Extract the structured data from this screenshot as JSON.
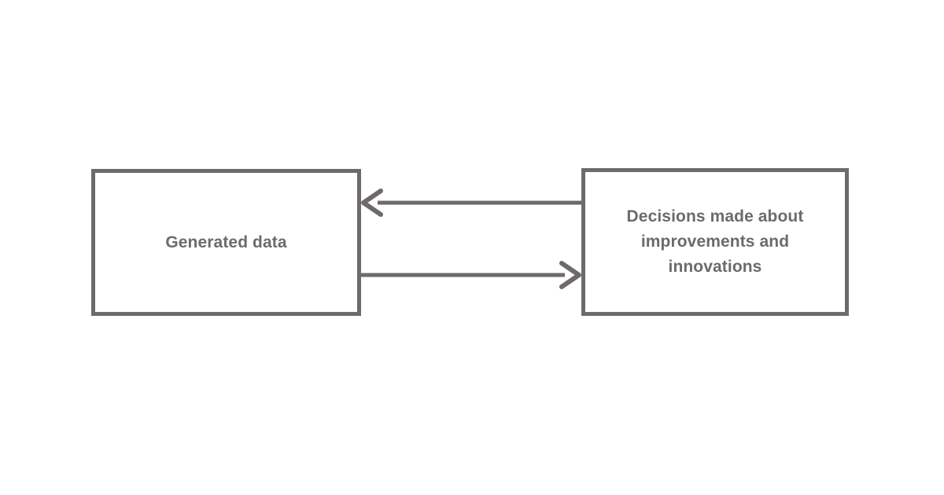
{
  "diagram": {
    "title_visible": false,
    "background_color": "#ffffff",
    "stroke_color": "#6e6a6a",
    "text_color": "#6e6a6a",
    "nodes": [
      {
        "id": "generated-data",
        "label": "Generated data",
        "shape": "rectangle",
        "fill": "#ffffff",
        "border_color": "#6e6a6a"
      },
      {
        "id": "decisions",
        "label": "Decisions made about\nimprovements and\ninnovations",
        "shape": "rectangle",
        "fill": "#ffffff",
        "border_color": "#6e6a6a"
      }
    ],
    "edges": [
      {
        "id": "decisions-to-generated-data",
        "from": "decisions",
        "to": "generated-data",
        "direction": "left",
        "label": "",
        "arrowhead": "open-chevron",
        "color": "#6e6a6a"
      },
      {
        "id": "generated-data-to-decisions",
        "from": "generated-data",
        "to": "decisions",
        "direction": "right",
        "label": "",
        "arrowhead": "open-chevron",
        "color": "#6e6a6a"
      }
    ]
  }
}
